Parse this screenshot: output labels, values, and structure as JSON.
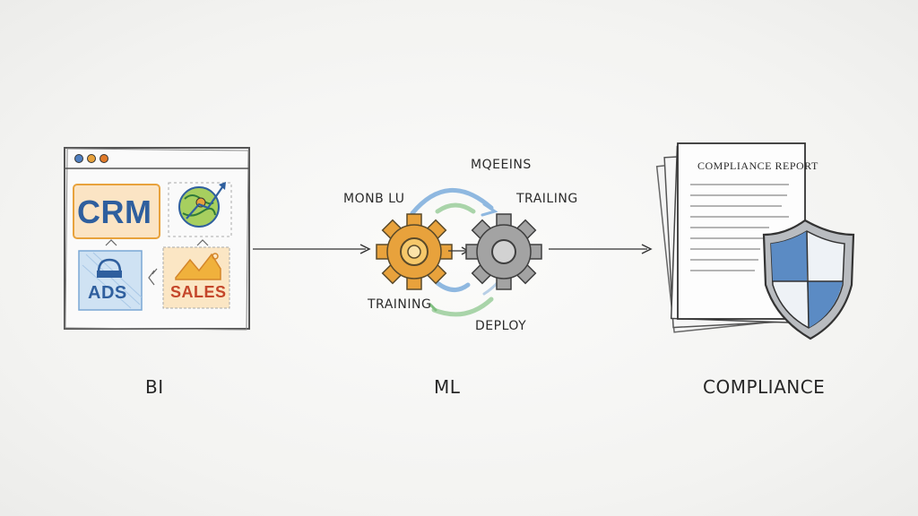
{
  "sections": {
    "bi": {
      "label": "BI",
      "tiles": {
        "crm": "CRM",
        "ads": "ADS",
        "sales": "SALES"
      }
    },
    "ml": {
      "label": "ML",
      "cycle_labels": {
        "top": "MQEEINS",
        "left": "MONB LU",
        "right": "TRAILING",
        "bottom_left": "TRAINING",
        "bottom": "DEPLOY"
      }
    },
    "compliance": {
      "label": "COMPLIANCE",
      "report_title": "COMPLIANCE REPORT"
    }
  },
  "colors": {
    "ink": "#2a2a2a",
    "crm_blue": "#2f5f9e",
    "ads_blue": "#9cc4e4",
    "sales_orange": "#e59a2f",
    "globe_green": "#8fbf4d",
    "gear_orange": "#e8a23c",
    "gear_gray": "#9a9a9a",
    "arrow_blue": "#6fa3d6",
    "arrow_green": "#7fbf7f",
    "shield_blue": "#4f7fb8"
  }
}
